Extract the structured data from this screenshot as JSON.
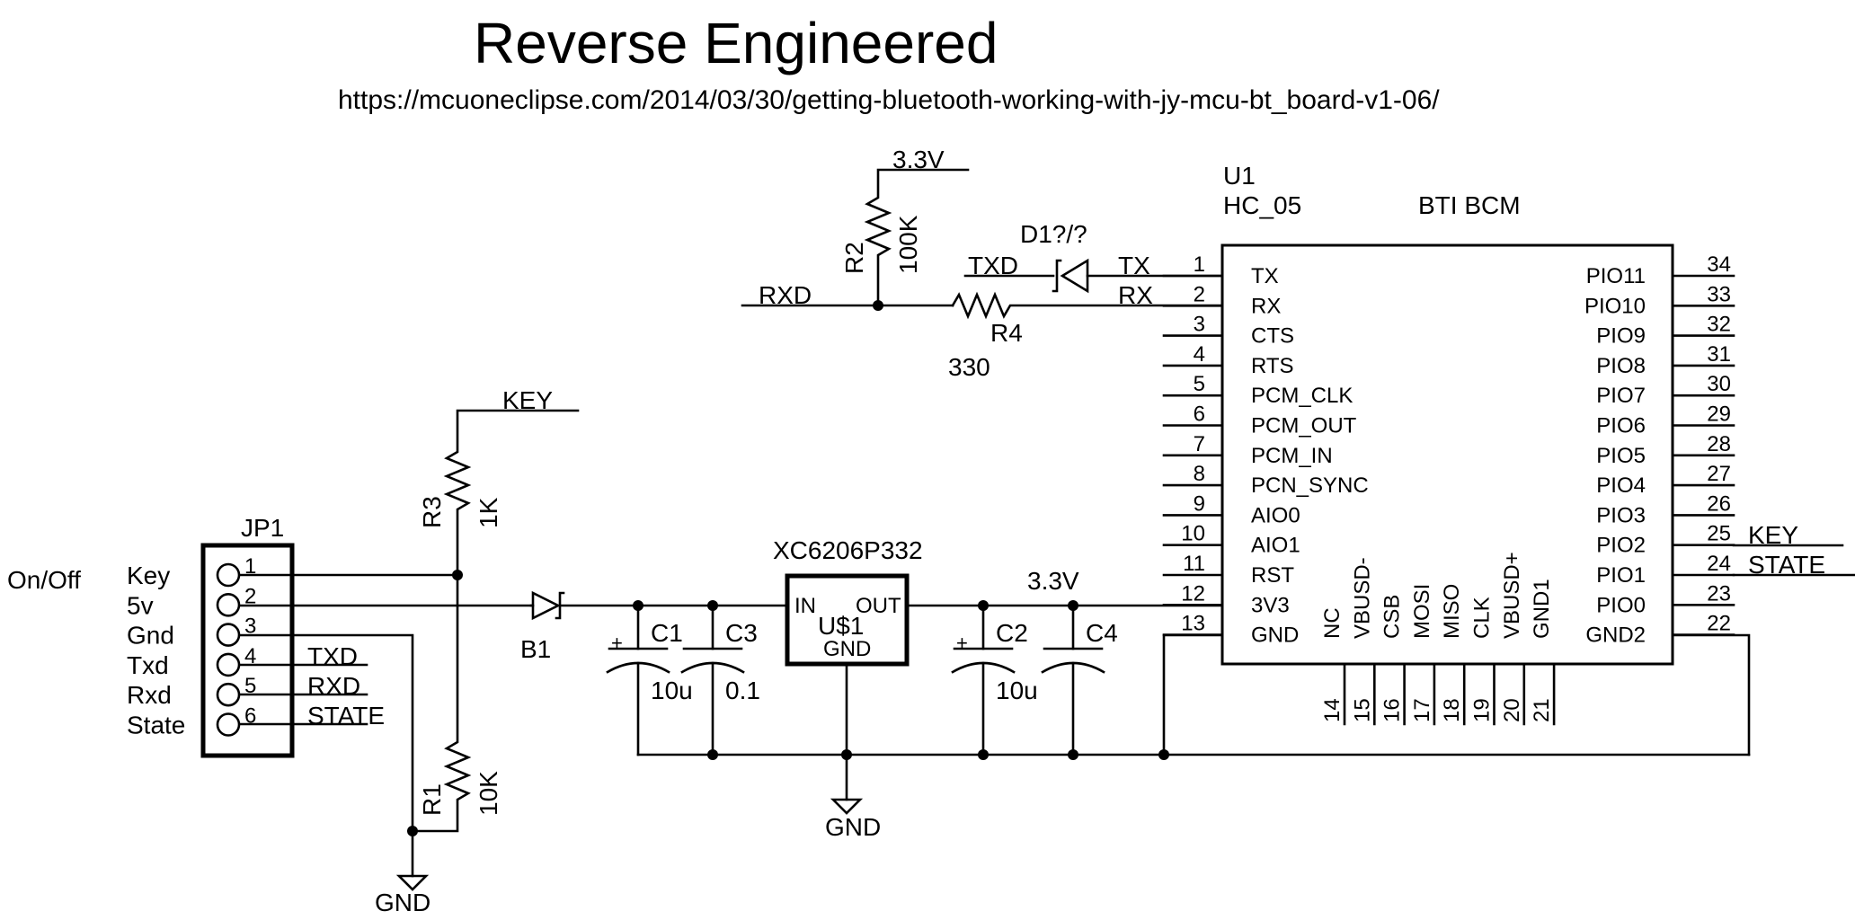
{
  "title": "Reverse Engineered",
  "url": "https://mcuoneclipse.com/2014/03/30/getting-bluetooth-working-with-jy-mcu-bt_board-v1-06/",
  "colors": {
    "ink": "#000000",
    "background": "#ffffff"
  },
  "nets": {
    "v33_top": "3.3V",
    "v33_mid": "3.3V",
    "key": "KEY",
    "rxd": "RXD",
    "txd": "TXD",
    "tx": "TX",
    "rx": "RX",
    "gnd_left": "GND",
    "gnd_mid": "GND",
    "key_out": "KEY",
    "state_out": "STATE"
  },
  "r2": {
    "name": "R2",
    "value": "100K"
  },
  "r3": {
    "name": "R3",
    "value": "1K"
  },
  "r1": {
    "name": "R1",
    "value": "10K"
  },
  "r4": {
    "name": "R4",
    "value": "330"
  },
  "d1": {
    "name": "D1?/?"
  },
  "b1": {
    "name": "B1"
  },
  "c1": {
    "name": "C1",
    "value": "10u",
    "pol": "+"
  },
  "c3": {
    "name": "C3",
    "value": "0.1"
  },
  "c2": {
    "name": "C2",
    "value": "10u",
    "pol": "+"
  },
  "c4": {
    "name": "C4"
  },
  "regulator": {
    "part": "XC6206P332",
    "name": "U$1",
    "in": "IN",
    "out": "OUT",
    "gnd": "GND"
  },
  "jp1": {
    "name": "JP1",
    "side_label": "On/Off",
    "pins": [
      {
        "num": "1",
        "label": "Key"
      },
      {
        "num": "2",
        "label": "5v"
      },
      {
        "num": "3",
        "label": "Gnd"
      },
      {
        "num": "4",
        "label": "Txd"
      },
      {
        "num": "5",
        "label": "Rxd"
      },
      {
        "num": "6",
        "label": "State"
      }
    ],
    "nets": {
      "txd": "TXD",
      "rxd": "RXD",
      "state": "STATE"
    }
  },
  "u1": {
    "ref": "U1",
    "part": "HC_05",
    "chip": "BTI BCM",
    "left_pins": [
      {
        "num": "1",
        "name": "TX"
      },
      {
        "num": "2",
        "name": "RX"
      },
      {
        "num": "3",
        "name": "CTS"
      },
      {
        "num": "4",
        "name": "RTS"
      },
      {
        "num": "5",
        "name": "PCM_CLK"
      },
      {
        "num": "6",
        "name": "PCM_OUT"
      },
      {
        "num": "7",
        "name": "PCM_IN"
      },
      {
        "num": "8",
        "name": "PCN_SYNC"
      },
      {
        "num": "9",
        "name": "AIO0"
      },
      {
        "num": "10",
        "name": "AIO1"
      },
      {
        "num": "11",
        "name": "RST"
      },
      {
        "num": "12",
        "name": "3V3"
      },
      {
        "num": "13",
        "name": "GND"
      }
    ],
    "right_pins": [
      {
        "num": "34",
        "name": "PIO11"
      },
      {
        "num": "33",
        "name": "PIO10"
      },
      {
        "num": "32",
        "name": "PIO9"
      },
      {
        "num": "31",
        "name": "PIO8"
      },
      {
        "num": "30",
        "name": "PIO7"
      },
      {
        "num": "29",
        "name": "PIO6"
      },
      {
        "num": "28",
        "name": "PIO5"
      },
      {
        "num": "27",
        "name": "PIO4"
      },
      {
        "num": "26",
        "name": "PIO3"
      },
      {
        "num": "25",
        "name": "PIO2"
      },
      {
        "num": "24",
        "name": "PIO1"
      },
      {
        "num": "23",
        "name": "PIO0"
      },
      {
        "num": "22",
        "name": "GND2"
      }
    ],
    "bottom_pins": [
      {
        "num": "14",
        "name": "NC"
      },
      {
        "num": "15",
        "name": "VBUSD-"
      },
      {
        "num": "16",
        "name": "CSB"
      },
      {
        "num": "17",
        "name": "MOSI"
      },
      {
        "num": "18",
        "name": "MISO"
      },
      {
        "num": "19",
        "name": "CLK"
      },
      {
        "num": "20",
        "name": "VBUSD+"
      },
      {
        "num": "21",
        "name": "GND1"
      }
    ]
  }
}
